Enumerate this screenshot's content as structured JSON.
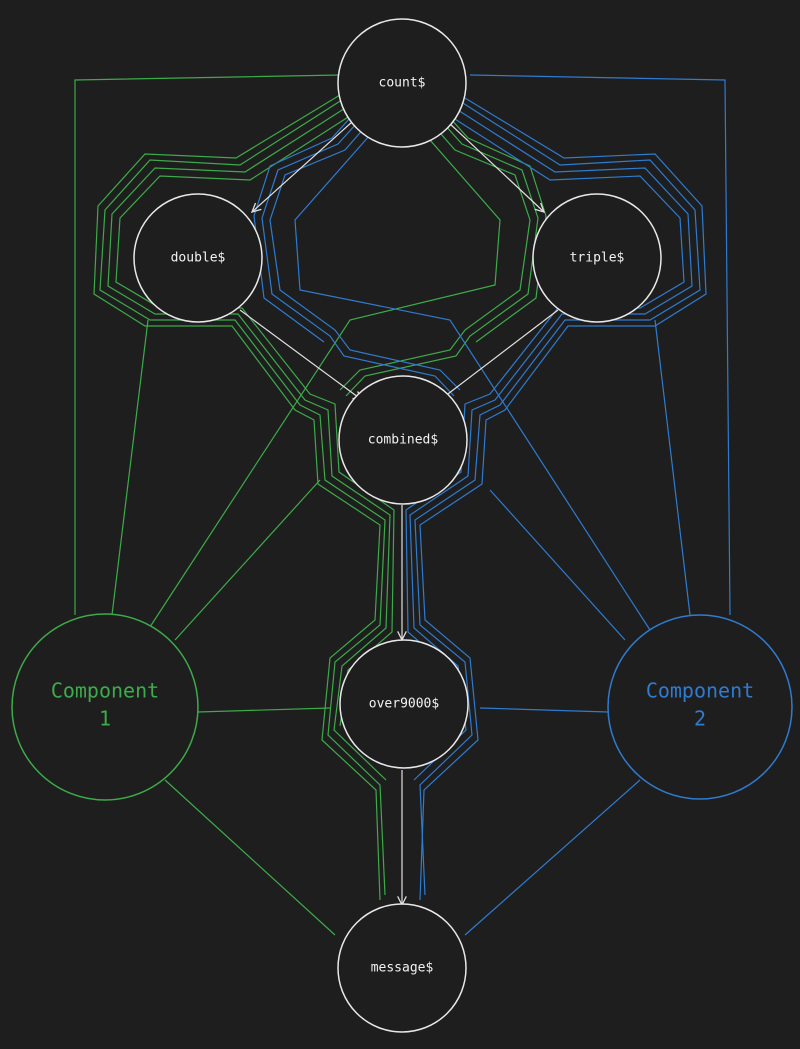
{
  "colors": {
    "background": "#1e1e1e",
    "node_stroke": "#e8e8e8",
    "component1": "#3dab4a",
    "component2": "#2f7bd0",
    "arrow": "#e0e0e0"
  },
  "nodes": {
    "count": "count$",
    "double": "double$",
    "triple": "triple$",
    "combined": "combined$",
    "over9000": "over9000$",
    "message": "message$"
  },
  "components": {
    "c1": {
      "line1": "Component",
      "line2": "1"
    },
    "c2": {
      "line1": "Component",
      "line2": "2"
    }
  },
  "edges": [
    {
      "from": "count$",
      "to": "double$"
    },
    {
      "from": "count$",
      "to": "triple$"
    },
    {
      "from": "double$",
      "to": "combined$"
    },
    {
      "from": "triple$",
      "to": "combined$"
    },
    {
      "from": "combined$",
      "to": "over9000$"
    },
    {
      "from": "over9000$",
      "to": "message$"
    }
  ]
}
